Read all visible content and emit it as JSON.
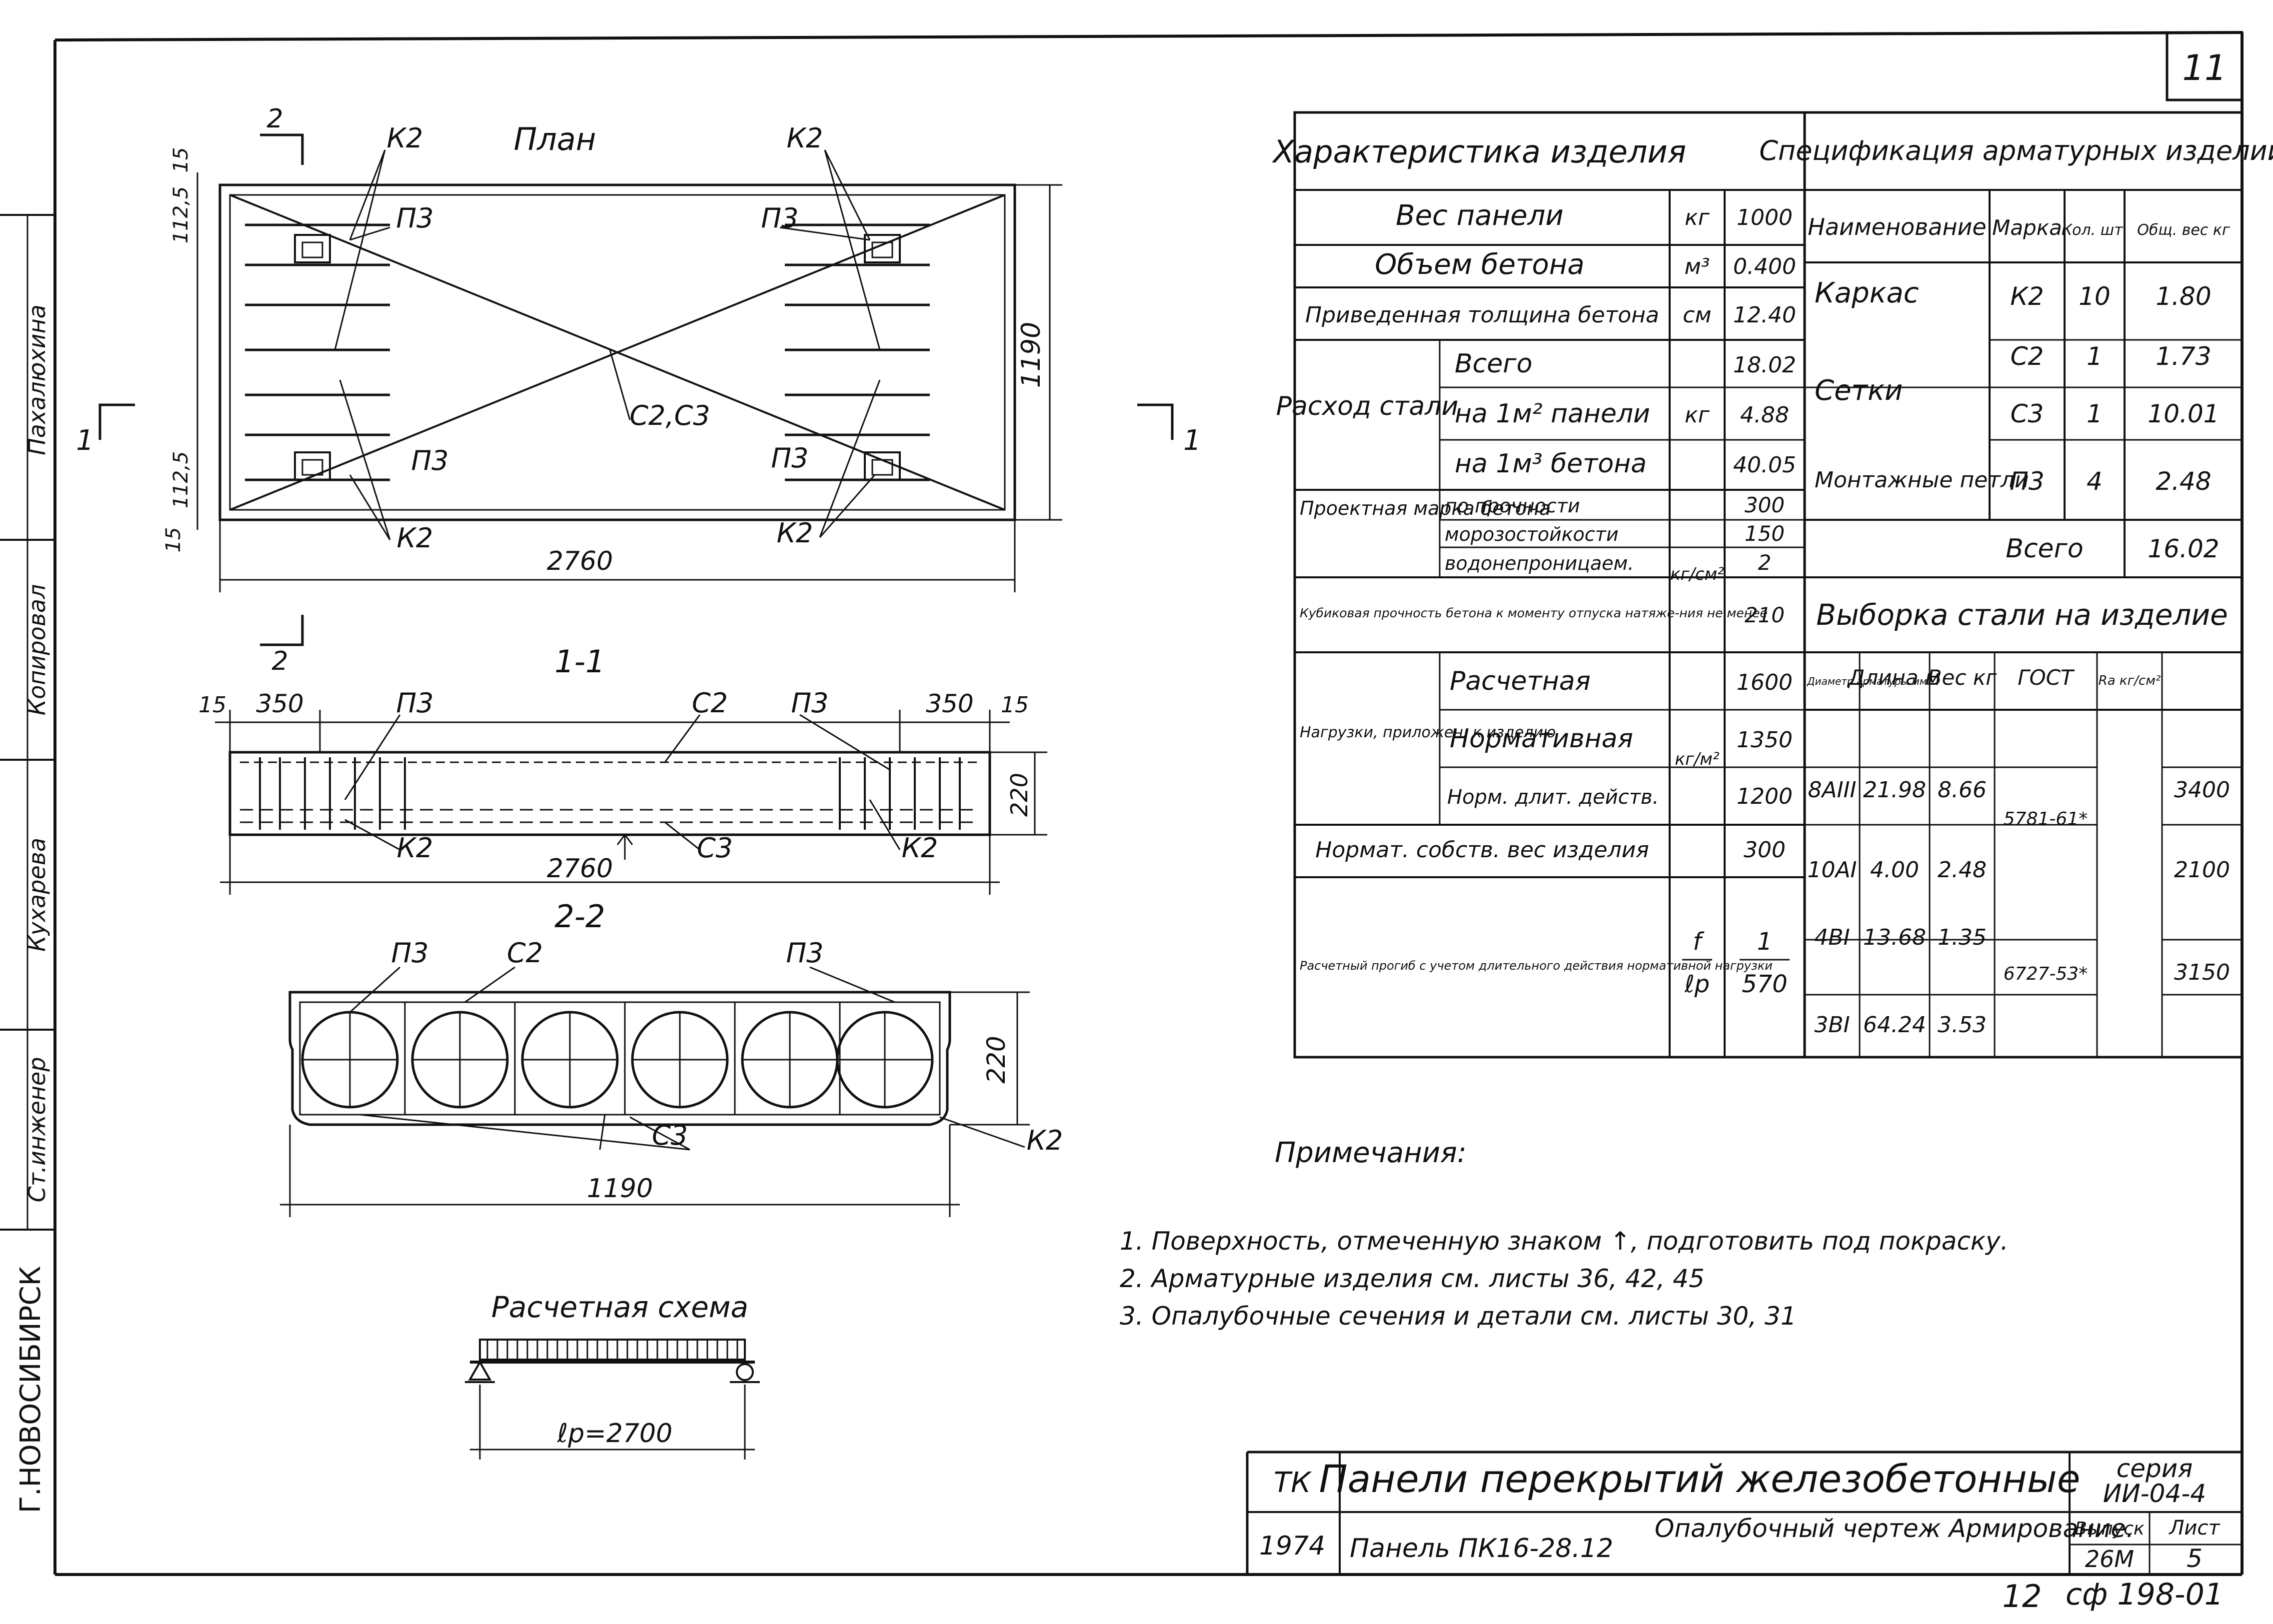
{
  "sheet_number": "11",
  "bottom_page_number": "12",
  "bottom_code": "сф 198-01",
  "side_stamp": {
    "city": "Г.НОВОСИБИРСК",
    "rows": [
      "Ст.инженер",
      "Кухарева",
      "Копировал",
      "Пахалюхина"
    ]
  },
  "plan": {
    "title": "План",
    "section_2": "2",
    "marks": {
      "k2": "К2",
      "p3": "П3",
      "c23": "С2,С3"
    },
    "dims": {
      "w": "2760",
      "h": "1190",
      "d15": "15",
      "d1125": "112,5"
    }
  },
  "section_marks": {
    "one": "1"
  },
  "section_1_1": {
    "title": "1-1",
    "labels": {
      "c2": "С2",
      "c3": "С3",
      "p3": "П3",
      "k2": "К2"
    },
    "dims": {
      "w": "2760",
      "h": "220",
      "end": "350",
      "d15": "15"
    }
  },
  "section_2_2": {
    "title": "2-2",
    "labels": {
      "p3": "П3",
      "c2": "С2",
      "c3": "С3",
      "k2": "К2"
    },
    "dims": {
      "w": "1190",
      "h": "220"
    }
  },
  "calc_scheme": {
    "title": "Расчетная схема",
    "span": "ℓр=2700"
  },
  "characteristics": {
    "header": "Характеристика изделия",
    "panel_weight": {
      "label": "Вес панели",
      "unit": "кг",
      "value": "1000"
    },
    "concrete_volume": {
      "label": "Объем бетона",
      "unit": "м³",
      "value": "0.400"
    },
    "reduced_thickness": {
      "label": "Приведенная толщина бетона",
      "unit": "см",
      "value": "12.40"
    },
    "steel": {
      "group": "Расход стали",
      "unit": "кг",
      "rows": [
        {
          "label": "Всего",
          "value": "18.02"
        },
        {
          "label": "на 1м² панели",
          "value": "4.88"
        },
        {
          "label": "на 1м³ бетона",
          "value": "40.05"
        }
      ]
    },
    "concrete_grade": {
      "group": "Проектная марка бетона",
      "unit": "кг/см²",
      "rows": [
        {
          "label": "по прочности",
          "value": "300"
        },
        {
          "label": "морозостойкости",
          "value": "150"
        },
        {
          "label": "водонепроницаем.",
          "value": "2"
        }
      ],
      "cube_label": "Кубиковая прочность бетона к моменту отпуска натяже-ния не менее",
      "cube_value": "210"
    },
    "loads": {
      "group": "Нагрузки, приложен. к изделию",
      "unit": "кг/м²",
      "rows": [
        {
          "label": "Расчетная",
          "value": "1600"
        },
        {
          "label": "Нормативная",
          "value": "1350"
        },
        {
          "label": "Норм. длит. действ.",
          "value": "1200"
        }
      ],
      "own_weight_label": "Нормат. собств. вес изделия",
      "own_weight_value": "300"
    },
    "deflection": {
      "label": "Расчетный прогиб с учетом длительного действия нормативной нагрузки",
      "unit_top": "f",
      "unit_bottom": "ℓр",
      "value_top": "1",
      "value_bottom": "570"
    }
  },
  "specification": {
    "header": "Спецификация арматурных изделий",
    "cols": [
      "Наименование",
      "Марка",
      "Кол. шт.",
      "Общ. вес кг"
    ],
    "rows": [
      {
        "name": "Каркас",
        "mark": "К2",
        "qty": "10",
        "weight": "1.80"
      },
      {
        "name": "Сетки",
        "mark": "С2",
        "qty": "1",
        "weight": "1.73"
      },
      {
        "name": "",
        "mark": "С3",
        "qty": "1",
        "weight": "10.01"
      },
      {
        "name": "Монтажные петли",
        "mark": "П3",
        "qty": "4",
        "weight": "2.48"
      }
    ],
    "total_label": "Всего",
    "total_value": "16.02"
  },
  "steel_selection": {
    "header": "Выборка стали на изделие",
    "cols": [
      "Диаметр арматуры мм",
      "Длина м",
      "Вес кг",
      "ГОСТ",
      "Ra кг/см²"
    ],
    "rows": [
      {
        "d": "8АIII",
        "len": "21.98",
        "w": "8.66"
      },
      {
        "d": "10АI",
        "len": "4.00",
        "w": "2.48"
      },
      {
        "d": "4ВI",
        "len": "13.68",
        "w": "1.35"
      },
      {
        "d": "3ВI",
        "len": "64.24",
        "w": "3.53"
      }
    ],
    "gost": [
      "5781-61*",
      "6727-53*"
    ],
    "ra": [
      "3400",
      "2100",
      "3150"
    ]
  },
  "notes": {
    "title": "Примечания:",
    "items": [
      "1. Поверхность, отмеченную знаком ↑, подготовить под покраску.",
      "2. Арматурные изделия см. листы 36, 42, 45",
      "3. Опалубочные сечения и детали см. листы 30, 31"
    ]
  },
  "title_block": {
    "org": "ТК",
    "year": "1974",
    "title": "Панели перекрытий железобетонные",
    "panel": "Панель ПК16-28.12",
    "drawing": "Опалубочный чертеж Армирование.",
    "series_label": "серия",
    "series_value": "ИИ-04-4",
    "issue_label": "Выпуск",
    "issue_value": "26М",
    "sheet_label": "Лист",
    "sheet_value": "5"
  }
}
